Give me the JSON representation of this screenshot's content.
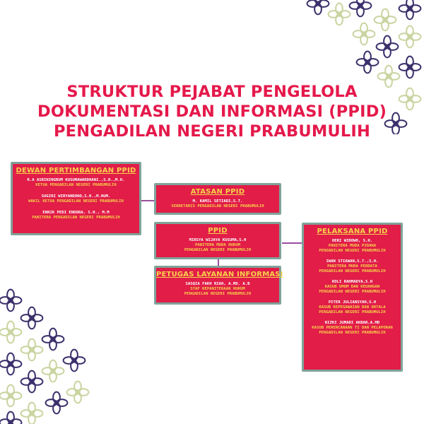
{
  "title_lines": [
    "STRUKTUR PEJABAT PENGELOLA",
    "DOKUMENTASI DAN INFORMASI (PPID)",
    "PENGADILAN NEGERI PRABUMULIH"
  ],
  "dewan": {
    "title": "DEWAN PERTIMBANGAN PPID",
    "members": [
      {
        "name": "R.A ASRININGRUM KUSUMAWARDHANI.,S.H.,M.H.",
        "role": [
          "KETUA PENGADILAN NEGERI PRABUMULIH"
        ]
      },
      {
        "name": "SUGIRI WIRYANDONO,S.H.,M.HUM.",
        "role": [
          "WAKIL KETUA PENGADILAN NEGERI PRABUMULIH"
        ]
      },
      {
        "name": "ENRIK PEDI ENDORA, S.H., M.M",
        "role": [
          "PANITERA PENGADILAN NEGERI PRABUMULIH"
        ]
      }
    ]
  },
  "atasan": {
    "title": "ATASAN PPID",
    "members": [
      {
        "name": "M. KAMIL SETIADI,S.T.",
        "role": [
          "SEKRETARIS PENGADILAN NEGERI PRABUMULIH"
        ]
      }
    ]
  },
  "ppid": {
    "title": "PPID",
    "members": [
      {
        "name": "MIRSYA WIJAYA KUSUMA,S.H",
        "role": [
          "PANITERA MUDA HUKUM",
          "PENGADILAN NEGERI PRABUMULIH"
        ]
      }
    ]
  },
  "petugas": {
    "title": "PETUGAS LAYANAN INFORMASI",
    "members": [
      {
        "name": "SASQIA FAKH RIAH, A.MD. A.B",
        "role": [
          "STAF KEPANITERAAN HUKUM",
          "PENGADILAN NEGERI PRABUMULIH"
        ]
      }
    ]
  },
  "pelaksana": {
    "title": "PELAKSANA PPID",
    "members": [
      {
        "name": "HERI WIBOWO, S.H.",
        "role": [
          "PANITERA MUDA PIDANA",
          "PENGADILAN NEGERI PRABUMULIH"
        ]
      },
      {
        "name": "IWAN STIAWAN,S.T.,S.H.",
        "role": [
          "PANITERA MUDA PERDATA",
          "PENGADILAN NEGERI PRABUMULIH"
        ]
      },
      {
        "name": "ROLI RAHMADYA,S.H",
        "role": [
          "KASUB UMUM DAN KEUANGAN",
          "PENGADILAN NEGERI PRABUMULIH"
        ]
      },
      {
        "name": "PITER JULIANSYAH,S.H",
        "role": [
          "KASUB KEPEGAWAIAN DAN ORTALA",
          "PENGADILAN NEGERI PRABUMULIH"
        ]
      },
      {
        "name": "RIZKI JUMADI AKBAR,A.MD",
        "role": [
          "KASUB PERENCANAAN TI DAN PELAPORAN",
          "PENGADILAN NEGERI PRABUMULIH"
        ]
      }
    ]
  },
  "colors": {
    "title": "#e5194b",
    "box_fill": "#e11d48",
    "box_border": "#7fa39a",
    "header_text": "#f7d24a",
    "connector": "#9a4e9e",
    "ornament_dark": "#3b2f6b",
    "ornament_light": "#c9d4a0"
  },
  "icons": [
    "floral-ornament-top-right",
    "floral-ornament-bottom-left"
  ]
}
